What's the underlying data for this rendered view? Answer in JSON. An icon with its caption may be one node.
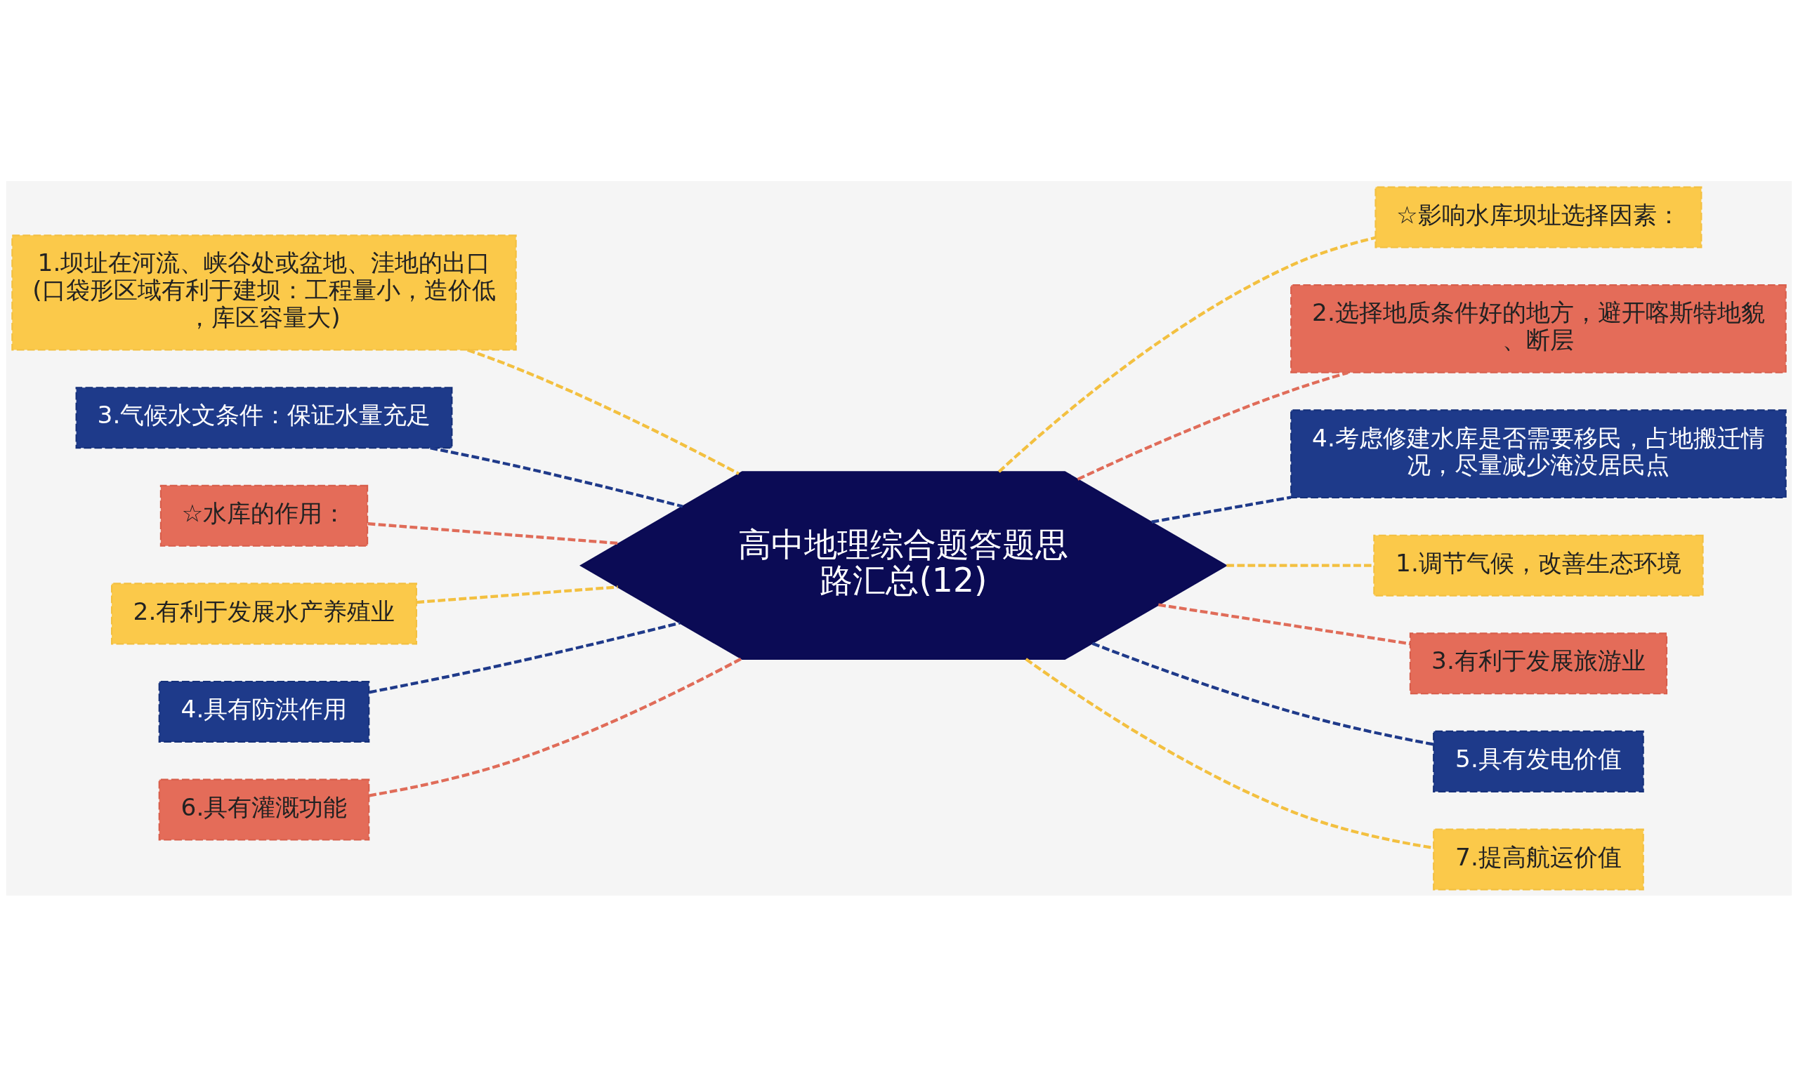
{
  "diagram": {
    "nodes": [
      {
        "text": [
          "高中地理综合题答题思路汇总(12)"
        ]
      },
      {
        "text": [
          "1.坝址在河流、峡谷处或盆地、洼地的出口(口袋形区域有利于建坝：工程量小，造价低，库区容量大)"
        ]
      },
      {
        "text": [
          "3.气候水文条件：保证水量充足"
        ]
      },
      {
        "text": [
          "☆水库的作用："
        ]
      },
      {
        "text": [
          "2.有利于发展水产养殖业"
        ]
      },
      {
        "text": [
          "4.具有防洪作用"
        ]
      },
      {
        "text": [
          "6.具有灌溉功能"
        ]
      },
      {
        "text": [
          "☆影响水库坝址选择因素："
        ]
      },
      {
        "text": [
          "2.选择地质条件好的地方，避开喀斯特地貌、断层"
        ]
      },
      {
        "text": [
          "4.考虑修建水库是否需要移民，占地搬迁情况，尽量减少淹没居民点"
        ]
      },
      {
        "text": [
          "1.调节气候，改善生态环境"
        ]
      },
      {
        "text": [
          "3.有利于发展旅游业"
        ]
      },
      {
        "text": [
          "5.具有发电价值"
        ]
      },
      {
        "text": [
          "7.提高航运价值"
        ]
      }
    ],
    "edges": [
      {
        "from": 0,
        "to": 1,
        "arrow": "none",
        "style": "dashed"
      },
      {
        "from": 0,
        "to": 2,
        "arrow": "none",
        "style": "dashed",
        "color": "#1f3a8a"
      },
      {
        "from": 0,
        "to": 3,
        "arrow": "none",
        "style": "dashed",
        "color": "#e06c59"
      },
      {
        "from": 0,
        "to": 4,
        "arrow": "none",
        "style": "dashed"
      },
      {
        "from": 0,
        "to": 5,
        "arrow": "none",
        "style": "dashed",
        "color": "#1f3a8a"
      },
      {
        "from": 0,
        "to": 6,
        "arrow": "none",
        "style": "dashed",
        "color": "#e06c59"
      },
      {
        "from": 0,
        "to": 7,
        "arrow": "none",
        "style": "dashed"
      },
      {
        "from": 0,
        "to": 8,
        "arrow": "none",
        "style": "dashed",
        "color": "#e06c59"
      },
      {
        "from": 0,
        "to": 9,
        "arrow": "none",
        "style": "dashed",
        "color": "#1f3a8a"
      },
      {
        "from": 0,
        "to": 10,
        "arrow": "none",
        "style": "dashed"
      },
      {
        "from": 0,
        "to": 11,
        "arrow": "none",
        "style": "dashed",
        "color": "#e06c59"
      },
      {
        "from": 0,
        "to": 12,
        "arrow": "none",
        "style": "dashed",
        "color": "#1f3a8a"
      },
      {
        "from": 0,
        "to": 13,
        "arrow": "none",
        "style": "dashed"
      }
    ]
  }
}
